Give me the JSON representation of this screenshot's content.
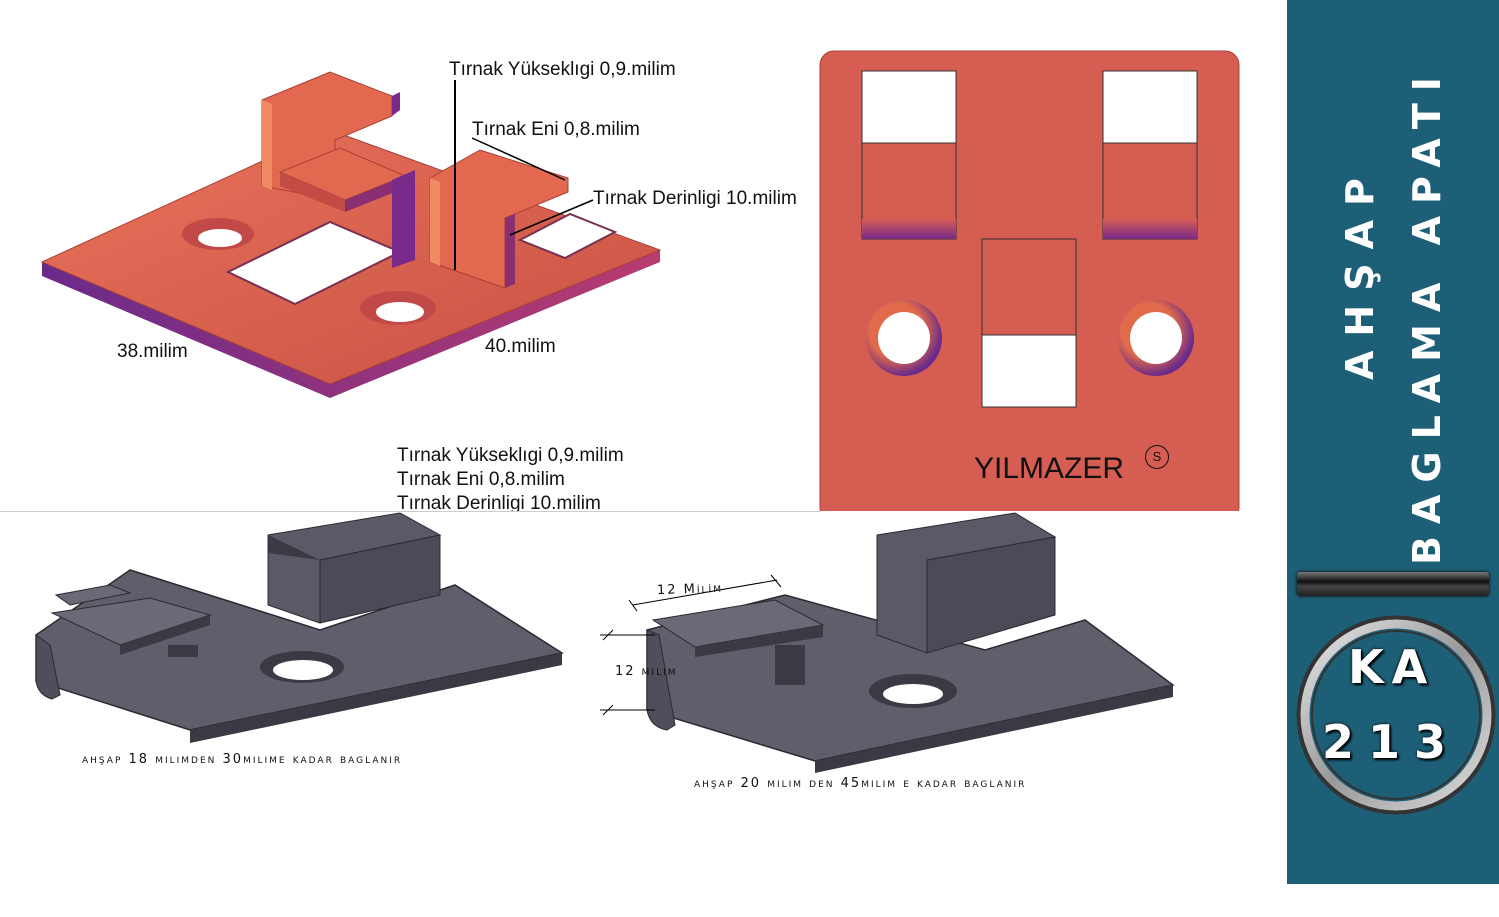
{
  "top_3d": {
    "callouts": [
      "Tırnak Yükseklıgi 0,9.milim",
      "Tırnak Eni 0,8.milim",
      "Tırnak Derinligi 10.milim"
    ],
    "dimension_left": "38.milim",
    "dimension_right": "40.milim"
  },
  "spec_block": {
    "lines": [
      "Tırnak Yükseklıgi 0,9.milim",
      "Tırnak Eni 0,8.milim",
      "Tırnak Derinligi 10.milim"
    ]
  },
  "plan_view": {
    "brand": "YILMAZER",
    "brand_mark": "S"
  },
  "clip_left": {
    "caption": "ahşap 18 milimden 30milime kadar baglanır"
  },
  "clip_right": {
    "dimension_top": "12 Mi̇li̇m",
    "dimension_side": "12 milim",
    "caption": "ahşap 20 milim den 45milim e kadar baglanır"
  },
  "sidebar": {
    "title_line1": "AHŞAP",
    "title_line2": "BAGLAMA APATI",
    "badge_line1": "KA",
    "badge_line2": "213",
    "colors": {
      "background": "#1e5f78",
      "text": "#ffffff"
    }
  },
  "colors": {
    "part_orange": "#d96050",
    "part_purple": "#7a2a8a",
    "part_gray": "#5f5e6a"
  }
}
